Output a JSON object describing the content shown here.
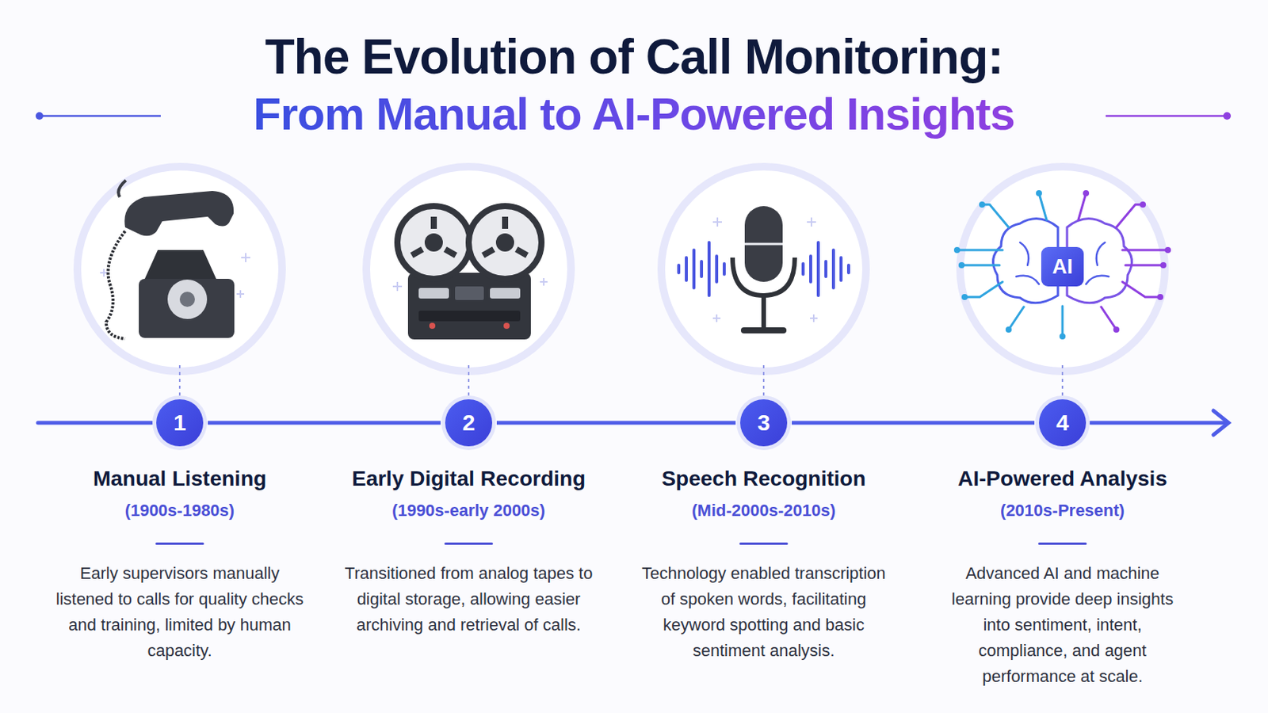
{
  "diagram": {
    "title": "The Evolution of Call Monitoring:",
    "nodes": [
      {
        "text": [
          "1"
        ]
      },
      {
        "text": [
          "2"
        ]
      },
      {
        "text": [
          "3"
        ]
      },
      {
        "text": [
          "4"
        ]
      }
    ],
    "edges": [
      {
        "from": 0,
        "to": 1,
        "arrow": "none"
      },
      {
        "from": 1,
        "to": 2,
        "arrow": "none"
      },
      {
        "from": 2,
        "to": 3,
        "arrow": "none"
      }
    ],
    "labels": [
      "From Manual to AI-Powered Insights",
      "AI",
      "Manual Listening",
      "(1900s-1980s)",
      "Early supervisors manually listened to calls for quality checks and training, limited by human capacity.",
      "Early Digital Recording",
      "(1990s-early 2000s)",
      "Transitioned from analog tapes to digital storage, allowing easier archiving and retrieval of calls.",
      "Speech Recognition",
      "(Mid-2000s-2010s)",
      "Technology enabled transcription of spoken words, facilitating keyword spotting and basic sentiment analysis.",
      "AI-Powered Analysis",
      "(2010s-Present)",
      "Advanced AI and machine learning provide deep insights into sentiment, intent, compliance, and agent performance at scale."
    ]
  }
}
